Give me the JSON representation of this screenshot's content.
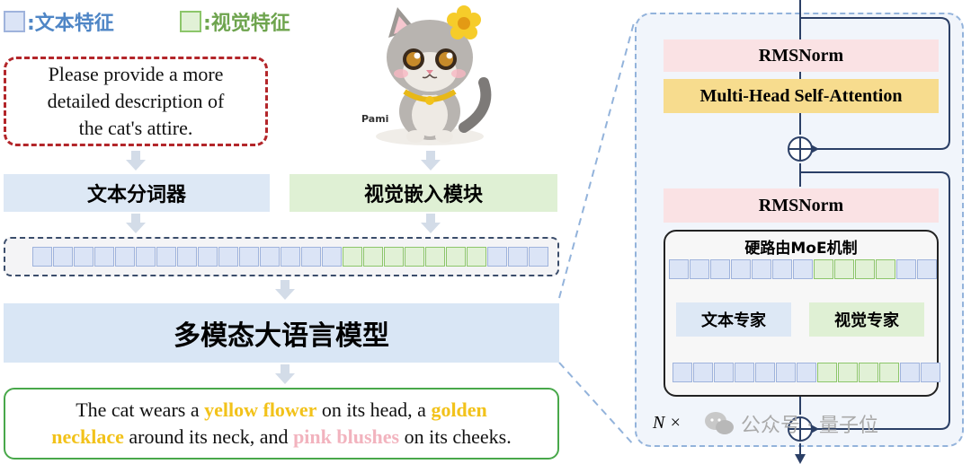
{
  "legend": {
    "text_feature": ":文本特征",
    "visual_feature": ":视觉特征"
  },
  "prompt": {
    "line1": "Please provide a more",
    "line2": "detailed description of",
    "line3": "the cat's attire."
  },
  "image": {
    "caption": "Pami"
  },
  "boxes": {
    "tokenizer": "文本分词器",
    "visual_embed": "视觉嵌入模块",
    "mllm": "多模态大语言模型"
  },
  "output": {
    "p1": "The cat wears a ",
    "h1": "yellow flower",
    "p2": " on its head, a ",
    "h2": "golden",
    "h3": "necklace",
    "p3": " around its neck, and ",
    "h4": "pink blushes",
    "p4": " on its cheeks."
  },
  "block": {
    "norm1": "RMSNorm",
    "attention": "Multi-Head Self-Attention",
    "norm2": "RMSNorm",
    "moe_title": "硬路由MoE机制",
    "text_expert": "文本专家",
    "visual_expert": "视觉专家",
    "repeat": "N ×"
  },
  "watermark": "公众号 · 量子位",
  "token_rows": {
    "main": [
      "t",
      "t",
      "t",
      "t",
      "t",
      "t",
      "t",
      "t",
      "t",
      "t",
      "t",
      "t",
      "t",
      "t",
      "t",
      "v",
      "v",
      "v",
      "v",
      "v",
      "v",
      "v",
      "t",
      "t",
      "t"
    ],
    "moe_in": [
      "t",
      "t",
      "t",
      "t",
      "t",
      "t",
      "t",
      "v",
      "v",
      "v",
      "v",
      "t",
      "t"
    ],
    "moe_out": [
      "t",
      "t",
      "t",
      "t",
      "t",
      "t",
      "t",
      "v",
      "v",
      "v",
      "v",
      "t",
      "t"
    ]
  },
  "colors": {
    "text_fill": "#dbe4f6",
    "visual_fill": "#e1f1d6",
    "prompt_border": "#b3262a",
    "output_border": "#48a84a",
    "highlight_yellow": "#f2c21a",
    "highlight_pink": "#f2b3be",
    "norm_fill": "#fae2e4",
    "attention_fill": "#f7dc8e",
    "block_border": "#93b3db"
  }
}
